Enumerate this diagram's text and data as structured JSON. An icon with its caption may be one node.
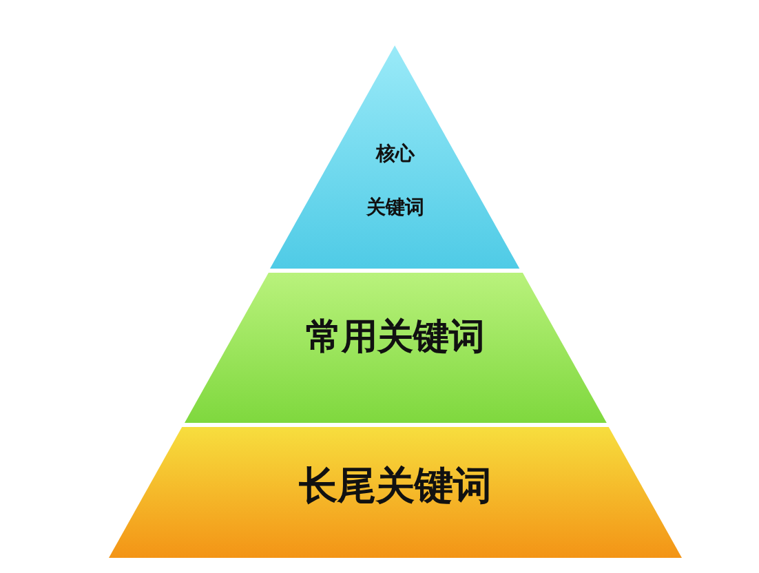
{
  "diagram": {
    "nodes": [
      {
        "text": [
          "核心",
          "关键词"
        ]
      },
      {
        "text": [
          "常用关键词"
        ]
      },
      {
        "text": [
          "长尾关键词"
        ]
      }
    ]
  }
}
